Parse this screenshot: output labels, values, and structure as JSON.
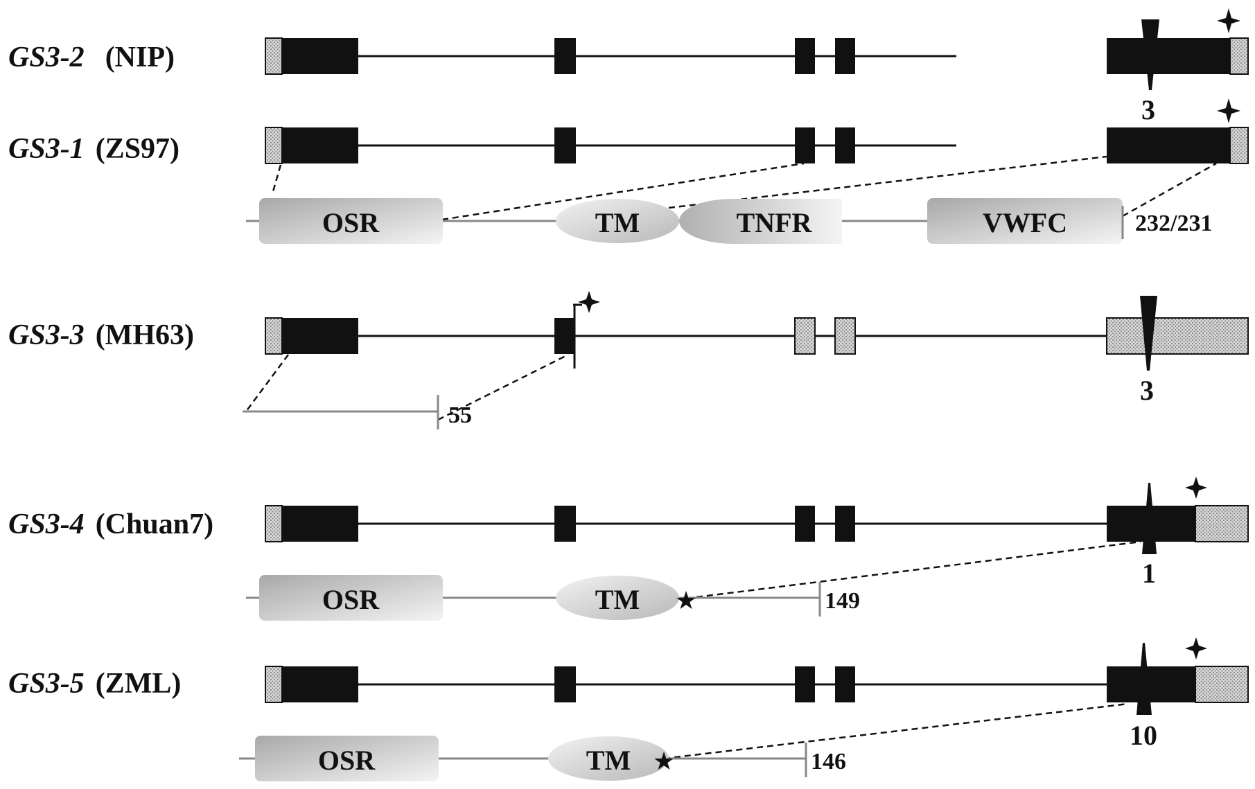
{
  "genes": [
    {
      "id": "gs3-2",
      "allele": "GS3-2",
      "variety": "(NIP)",
      "deletion_label": "3",
      "exon5_style": "full",
      "utr3_style": "short"
    },
    {
      "id": "gs3-1",
      "allele": "GS3-1",
      "variety": "(ZS97)",
      "deletion_label": "",
      "exon5_style": "full",
      "utr3_style": "short"
    },
    {
      "id": "gs3-3",
      "allele": "GS3-3",
      "variety": "(MH63)",
      "deletion_label": "3",
      "exon5_style": "utr",
      "utr3_style": "none"
    },
    {
      "id": "gs3-4",
      "allele": "GS3-4",
      "variety": "(Chuan7)",
      "deletion_label": "1",
      "exon5_style": "partial",
      "utr3_style": "long"
    },
    {
      "id": "gs3-5",
      "allele": "GS3-5",
      "variety": "(ZML)",
      "deletion_label": "10",
      "exon5_style": "partial",
      "utr3_style": "long"
    }
  ],
  "proteins": [
    {
      "id": "protein-gs3-1",
      "domains": [
        "OSR",
        "TM",
        "TNFR",
        "VWFC"
      ],
      "length_label": "232/231"
    },
    {
      "id": "protein-gs3-3",
      "domains": [],
      "length_label": "55"
    },
    {
      "id": "protein-gs3-4",
      "domains": [
        "OSR",
        "TM"
      ],
      "length_label": "149"
    },
    {
      "id": "protein-gs3-5",
      "domains": [
        "OSR",
        "TM"
      ],
      "length_label": "146"
    }
  ],
  "colors": {
    "exon": "#111111",
    "utr": "#d8d8d8",
    "intron": "#111111",
    "protein_line": "#888888",
    "domain_dark": "#a8a8a8",
    "domain_light": "#f2f2f2"
  }
}
